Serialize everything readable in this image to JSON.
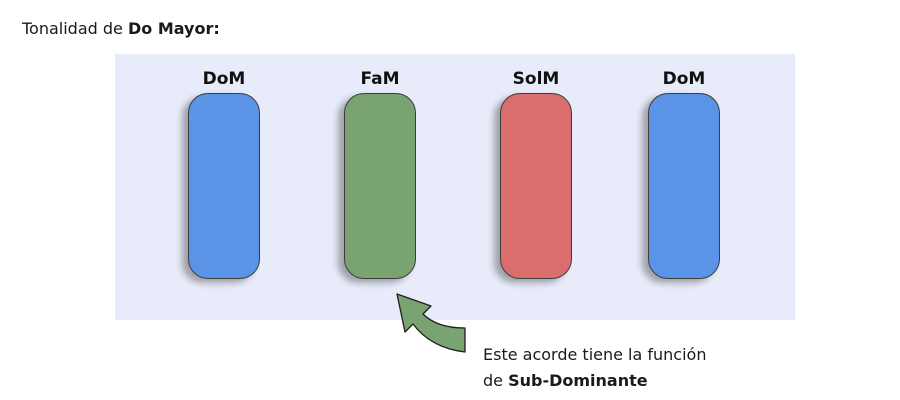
{
  "title": {
    "prefix": "Tonalidad de ",
    "key": "Do Mayor:"
  },
  "chords": [
    {
      "label": "DoM",
      "color": "#5b93e6"
    },
    {
      "label": "FaM",
      "color": "#7aa372"
    },
    {
      "label": "SolM",
      "color": "#dc6d6d"
    },
    {
      "label": "DoM",
      "color": "#5b93e6"
    }
  ],
  "annotation": {
    "line1": "Este acorde tiene la función",
    "line2_prefix": "de ",
    "line2_bold": "Sub-Dominante"
  },
  "colors": {
    "panel_bg": "#e8ecfa",
    "arrow_fill": "#7aa372",
    "arrow_stroke": "#1f1f1f"
  },
  "icons": {
    "arrow": "curved-arrow-icon"
  }
}
